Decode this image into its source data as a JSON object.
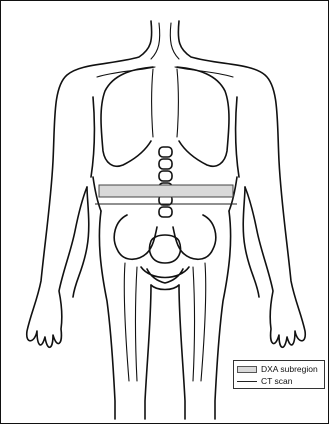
{
  "legend": {
    "items": [
      {
        "label": "DXA subregion",
        "swatch": "dxa-box",
        "color": "#d9d9d9"
      },
      {
        "label": "CT scan",
        "swatch": "ct-line",
        "color": "#222222"
      }
    ]
  }
}
